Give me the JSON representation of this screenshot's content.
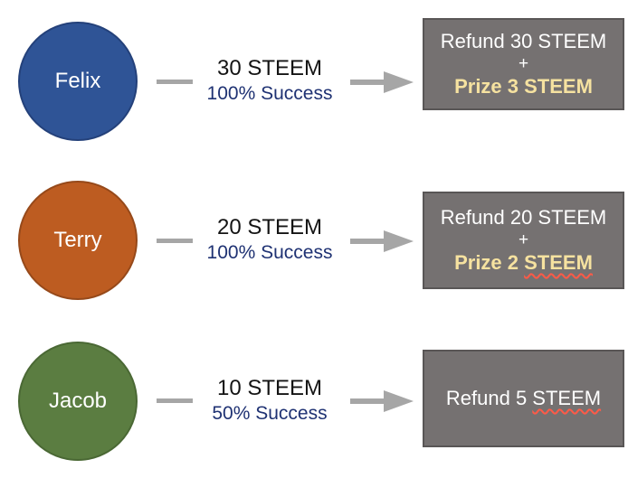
{
  "colors": {
    "felix_circle": "#2F5496",
    "terry_circle": "#BD5C21",
    "jacob_circle": "#5B7D41",
    "circle_label_text": "#FFFFFF",
    "stake_text": "#141414",
    "success_text": "#1F3273",
    "connector_gray": "#A6A6A6",
    "box_fill": "#757171",
    "box_border": "#595656",
    "box_text": "#FFFFFF",
    "prize_gold": "#F6E2A0",
    "squiggle_red": "#FF5A47",
    "background": "#FFFFFF"
  },
  "rows": [
    {
      "name": "Felix",
      "stake": "30 STEEM",
      "success": "100% Success",
      "box": {
        "refund": "Refund 30 STEEM",
        "plus": "+",
        "prize": "Prize 3 STEEM"
      }
    },
    {
      "name": "Terry",
      "stake": "20 STEEM",
      "success": "100% Success",
      "box": {
        "refund": "Refund 20 STEEM",
        "plus": "+",
        "prize_prefix": "Prize 2 ",
        "prize_word": "STEEM"
      }
    },
    {
      "name": "Jacob",
      "stake": "10 STEEM",
      "success": "50% Success",
      "box": {
        "refund_prefix": "Refund 5 ",
        "refund_word": "STEEM"
      }
    }
  ]
}
